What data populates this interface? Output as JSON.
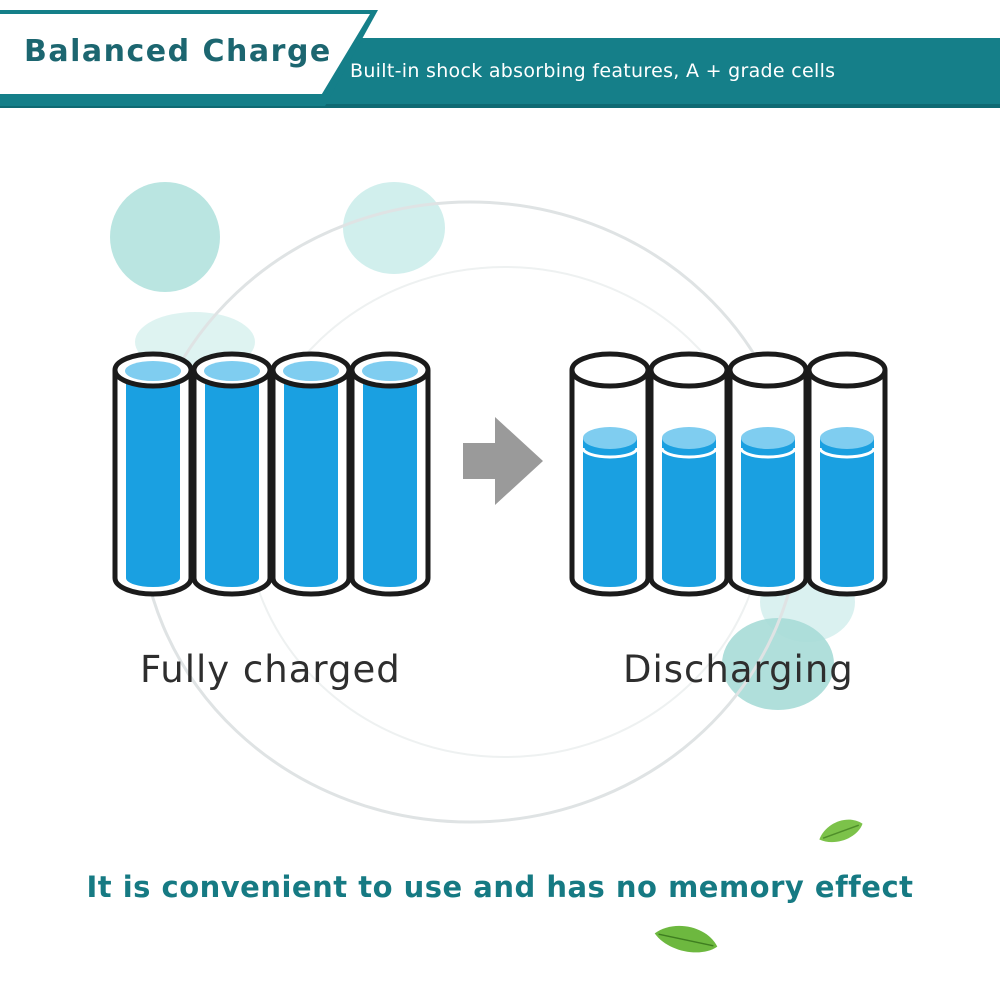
{
  "banner": {
    "title": "Balanced Charge",
    "subtitle": "Built-in shock absorbing features, A + grade cells"
  },
  "panels": {
    "left_label": "Fully charged",
    "right_label": "Discharging"
  },
  "batteries": {
    "left_count": 4,
    "right_count": 4,
    "left_fill_level": 1.0,
    "right_fill_level": 0.68
  },
  "footer": {
    "tagline": "It is convenient to use and has no memory effect"
  },
  "colors": {
    "teal": "#157f89",
    "text_teal": "#167a83",
    "battery_fill": "#1aa0e1",
    "battery_top": "#7fcdf0",
    "arrow": "#9a9a9a",
    "bubble": "#b7e3e0"
  },
  "icons": [
    "arrow-right-icon",
    "leaf-icon"
  ]
}
